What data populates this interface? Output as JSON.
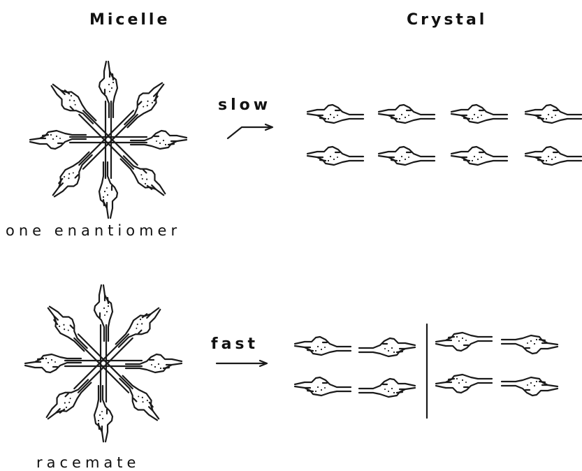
{
  "headers": {
    "micelle": "Micelle",
    "crystal": "Crystal"
  },
  "rows": [
    {
      "micelle_caption": "one enantiomer",
      "rate_label": "slow"
    },
    {
      "micelle_caption": "racemate",
      "rate_label": "fast"
    }
  ],
  "icons": [
    "pointing-hand-icon",
    "arrow-icon",
    "divider-line"
  ]
}
